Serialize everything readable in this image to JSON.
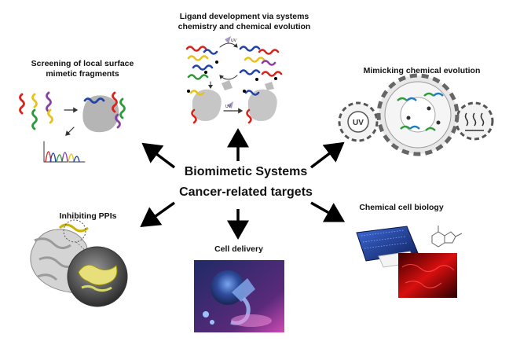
{
  "center": {
    "line1": "Biomimetic Systems",
    "line2": "Cancer-related targets"
  },
  "panels": {
    "ligand": {
      "line1": "Ligand development via systems",
      "line2": "chemistry and chemical evolution",
      "uv_label": "UV"
    },
    "screening": {
      "line1": "Screening of local surface",
      "line2": "mimetic fragments"
    },
    "mimicking": {
      "line1": "Mimicking chemical evolution",
      "uv_label": "UV"
    },
    "ppi": {
      "line1": "Inhibiting PPIs"
    },
    "delivery": {
      "line1": "Cell delivery"
    },
    "cellbio": {
      "line1": "Chemical cell biology"
    }
  },
  "colors": {
    "red": "#d9241c",
    "blue": "#2443a8",
    "yellow": "#e8c21a",
    "green": "#2e9b3a",
    "purple": "#8a3fa0",
    "grey": "#b9b9b9",
    "arrow": "#000000"
  }
}
